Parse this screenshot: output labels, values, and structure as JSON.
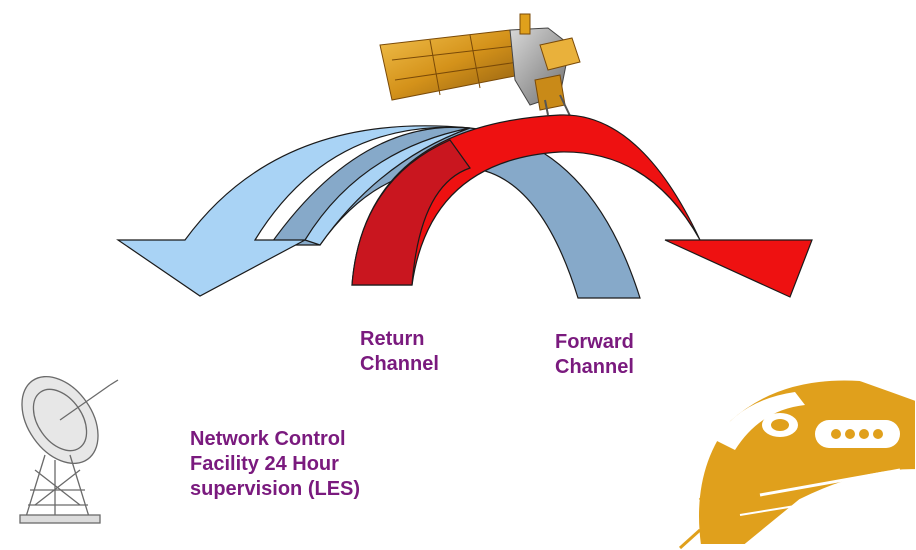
{
  "labels": {
    "return_channel": [
      "Return",
      "Channel"
    ],
    "forward_channel": [
      "Forward",
      "Channel"
    ],
    "network_control": [
      "Network Control",
      "Facility 24 Hour",
      "supervision (LES)"
    ]
  },
  "colors": {
    "text": "#7a1a7e",
    "return_arrow": "#a9d3f5",
    "return_arrow_back": "#86a9c9",
    "forward_arrow": "#ee1111",
    "forward_arrow_back": "#c9161f",
    "satellite": "#d99a1c",
    "train": "#e0a01c"
  },
  "icons": {
    "satellite": "satellite-icon",
    "dish": "satellite-dish-icon",
    "train": "train-icon"
  }
}
